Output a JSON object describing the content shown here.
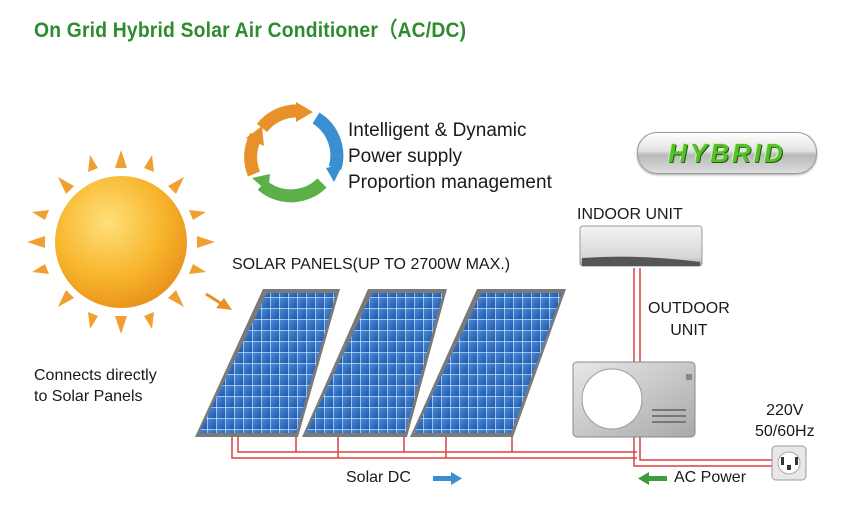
{
  "title": "On Grid Hybrid Solar Air Conditioner（AC/DC)",
  "cycle_text": {
    "line1": "Intelligent & Dynamic",
    "line2": "Power supply",
    "line3": "Proportion management"
  },
  "badge": "HYBRID",
  "labels": {
    "solar_panels": "SOLAR PANELS(UP TO  2700W  MAX.)",
    "indoor_unit": "INDOOR UNIT",
    "outdoor_unit": "OUTDOOR\nUNIT",
    "connects": "Connects directly\nto Solar Panels",
    "voltage": "220V\n50/60Hz",
    "solar_dc": "Solar DC",
    "ac_power": "AC Power"
  },
  "icons": {
    "sun": "sun-icon",
    "cycle": "cycle-arrows-icon",
    "outlet": "power-outlet-icon"
  },
  "colors": {
    "title_green": "#2e8b2e",
    "panel_blue": "#2f6fc0",
    "sun_orange": "#f5a623",
    "wire_red": "#d94040",
    "arrow_blue": "#3a8fd0",
    "arrow_green": "#3e9b3e"
  }
}
